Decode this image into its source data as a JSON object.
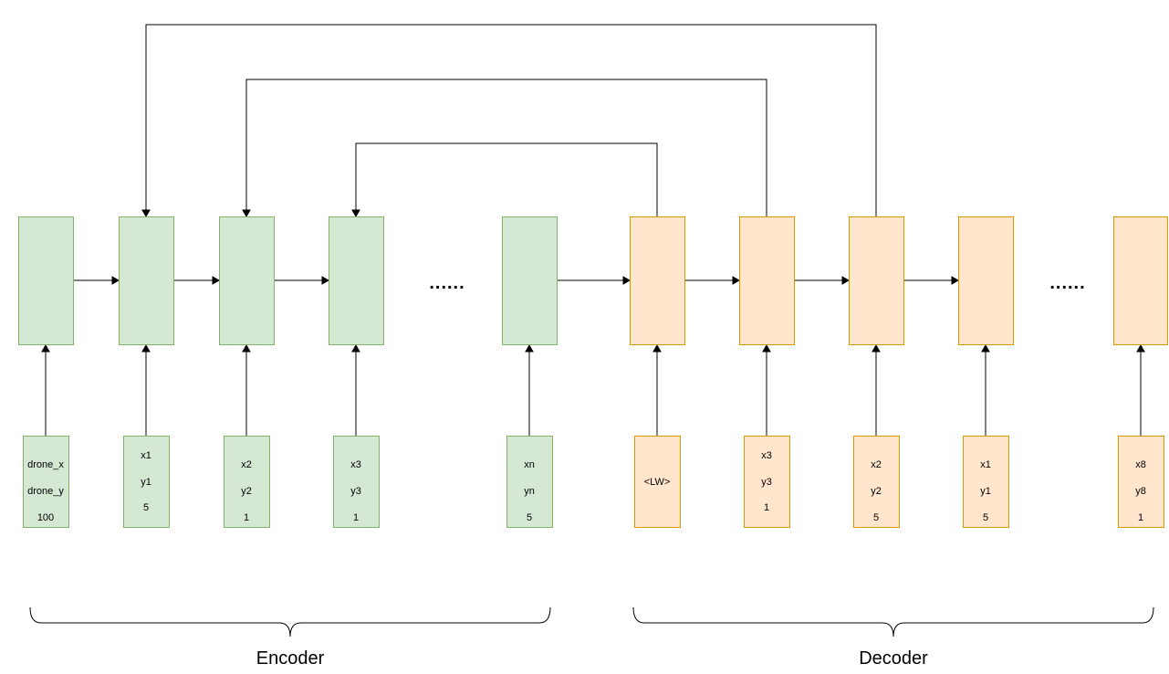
{
  "encoder": {
    "inputs": [
      {
        "line1": "drone_x",
        "line2": "drone_y",
        "line3": "100"
      },
      {
        "line1": "x1",
        "line2": "y1",
        "line3": "5"
      },
      {
        "line1": "x2",
        "line2": "y2",
        "line3": "1"
      },
      {
        "line1": "x3",
        "line2": "y3",
        "line3": "1"
      },
      {
        "line1": "xn",
        "line2": "yn",
        "line3": "5"
      }
    ],
    "ellipsis": "......",
    "label": "Encoder",
    "colors": {
      "fill": "#d5e8d4",
      "stroke": "#82b366"
    }
  },
  "decoder": {
    "inputs": [
      {
        "line1": "",
        "line2": "<LW>",
        "line3": ""
      },
      {
        "line1": "x3",
        "line2": "y3",
        "line3": "1"
      },
      {
        "line1": "x2",
        "line2": "y2",
        "line3": "5"
      },
      {
        "line1": "x1",
        "line2": "y1",
        "line3": "5"
      },
      {
        "line1": "x8",
        "line2": "y8",
        "line3": "1"
      }
    ],
    "ellipsis": "......",
    "label": "Decoder",
    "colors": {
      "fill": "#ffe6cc",
      "stroke": "#d79b00"
    }
  }
}
